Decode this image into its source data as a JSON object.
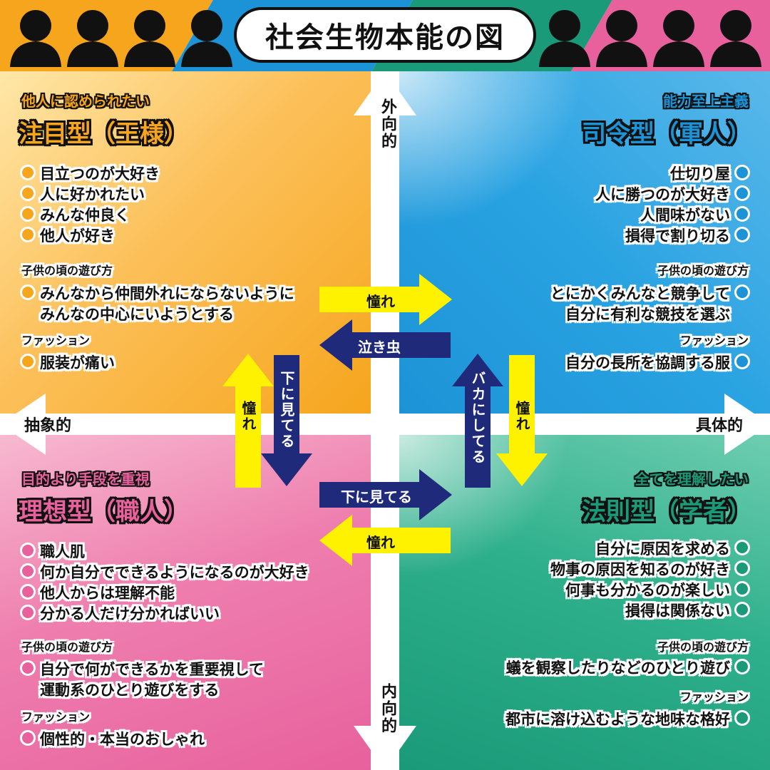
{
  "title": "社会生物本能の図",
  "colors": {
    "orange": "#f6a51d",
    "blue": "#1c93d6",
    "pink": "#e8619d",
    "green": "#1a9a78",
    "yellow_arrow": "#fff200",
    "navy_arrow": "#1f2a7a"
  },
  "axes": {
    "top": "外向的",
    "bottom": "内向的",
    "left": "抽象的",
    "right": "具体的"
  },
  "quadrants": {
    "top_left": {
      "subtitle": "他人に認められたい",
      "heading": "注目型（王様）",
      "traits": [
        "目立つのが大好き",
        "人に好かれたい",
        "みんな仲良く",
        "他人が好き"
      ],
      "play_label": "子供の頃の遊び方",
      "play_lines": [
        "みんなから仲間外れにならないように",
        "みんなの中心にいようとする"
      ],
      "fashion_label": "ファッション",
      "fashion": "服装が痛い"
    },
    "top_right": {
      "subtitle": "能力至上主義",
      "heading": "司令型（軍人）",
      "traits": [
        "仕切り屋",
        "人に勝つのが大好き",
        "人間味がない",
        "損得で割り切る"
      ],
      "play_label": "子供の頃の遊び方",
      "play_lines": [
        "とにかくみんなと競争して",
        "自分に有利な競技を選ぶ"
      ],
      "fashion_label": "ファッション",
      "fashion": "自分の長所を協調する服"
    },
    "bottom_left": {
      "subtitle": "目的より手段を重視",
      "heading": "理想型（職人）",
      "traits": [
        "職人肌",
        "何か自分でできるようになるのが大好き",
        "他人からは理解不能",
        "分かる人だけ分かればいい"
      ],
      "play_label": "子供の頃の遊び方",
      "play_lines": [
        "自分で何ができるかを重要視して",
        "運動系のひとり遊びをする"
      ],
      "fashion_label": "ファッション",
      "fashion": "個性的・本当のおしゃれ"
    },
    "bottom_right": {
      "subtitle": "全てを理解したい",
      "heading": "法則型（学者）",
      "traits": [
        "自分に原因を求める",
        "物事の原因を知るのが好き",
        "何事も分かるのが楽しい",
        "損得は関係ない"
      ],
      "play_label": "子供の頃の遊び方",
      "play_lines": [
        "蟻を観察したりなどのひとり遊び"
      ],
      "fashion_label": "ファッション",
      "fashion": "都市に溶け込むような地味な格好"
    }
  },
  "relations": {
    "top_right_arrow": "憧れ",
    "top_left_arrow": "泣き虫",
    "left_up_arrow": "憧れ",
    "left_down_arrow": "下に見てる",
    "right_up_arrow": "バカにしてる",
    "right_down_arrow": "憧れ",
    "bottom_right_arrow": "下に見てる",
    "bottom_left_arrow": "憧れ"
  }
}
